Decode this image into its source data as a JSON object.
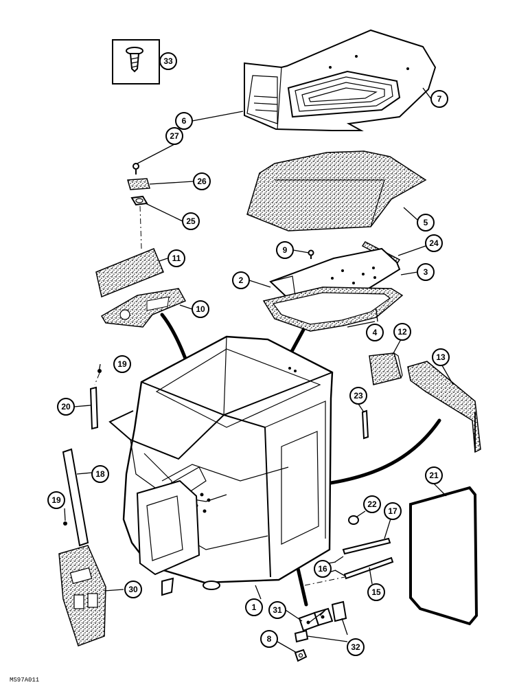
{
  "diagram_code": "MS97A011",
  "callouts": [
    {
      "id": "c33",
      "label": "33"
    },
    {
      "id": "c6",
      "label": "6"
    },
    {
      "id": "c7",
      "label": "7"
    },
    {
      "id": "c27",
      "label": "27"
    },
    {
      "id": "c26",
      "label": "26"
    },
    {
      "id": "c25",
      "label": "25"
    },
    {
      "id": "c5",
      "label": "5"
    },
    {
      "id": "c9",
      "label": "9"
    },
    {
      "id": "c24",
      "label": "24"
    },
    {
      "id": "c2",
      "label": "2"
    },
    {
      "id": "c3",
      "label": "3"
    },
    {
      "id": "c11",
      "label": "11"
    },
    {
      "id": "c10",
      "label": "10"
    },
    {
      "id": "c4",
      "label": "4"
    },
    {
      "id": "c12",
      "label": "12"
    },
    {
      "id": "c13",
      "label": "13"
    },
    {
      "id": "c19a",
      "label": "19"
    },
    {
      "id": "c20",
      "label": "20"
    },
    {
      "id": "c23",
      "label": "23"
    },
    {
      "id": "c18",
      "label": "18"
    },
    {
      "id": "c21",
      "label": "21"
    },
    {
      "id": "c19b",
      "label": "19"
    },
    {
      "id": "c22",
      "label": "22"
    },
    {
      "id": "c17",
      "label": "17"
    },
    {
      "id": "c16",
      "label": "16"
    },
    {
      "id": "c15",
      "label": "15"
    },
    {
      "id": "c30",
      "label": "30"
    },
    {
      "id": "c1",
      "label": "1"
    },
    {
      "id": "c31",
      "label": "31"
    },
    {
      "id": "c8",
      "label": "8"
    },
    {
      "id": "c32",
      "label": "32"
    }
  ]
}
